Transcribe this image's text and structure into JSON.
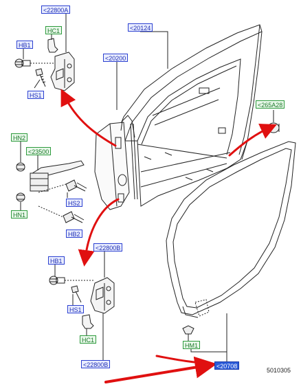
{
  "labels": {
    "top_hinge_ref": "<22800A",
    "top_hinge_hc": "HC1",
    "top_hinge_hb": "HB1",
    "top_hinge_hs": "HS1",
    "frame_ref": "<20124",
    "panel_ref": "<20200",
    "bumper_ref": "<265A28",
    "check_hn2": "HN2",
    "check_ref": "<23500",
    "check_hn1": "HN1",
    "check_hs2": "HS2",
    "check_hb2": "HB2",
    "bottom_hinge_ref": "<22800B",
    "bottom_hinge_hb": "HB1",
    "bottom_hinge_hs": "HS1",
    "bottom_hinge_hc": "HC1",
    "bottom_hinge_ref2": "<22800B",
    "seal_hm": "HM1",
    "seal_ref": "<20708"
  },
  "reference_code": "5010305",
  "colors": {
    "label_blue": "#2a3fd0",
    "label_green": "#2c9a3c",
    "selected_label": "#2b5bd8",
    "arrow_red": "#e01010",
    "line_art": "#222222"
  }
}
